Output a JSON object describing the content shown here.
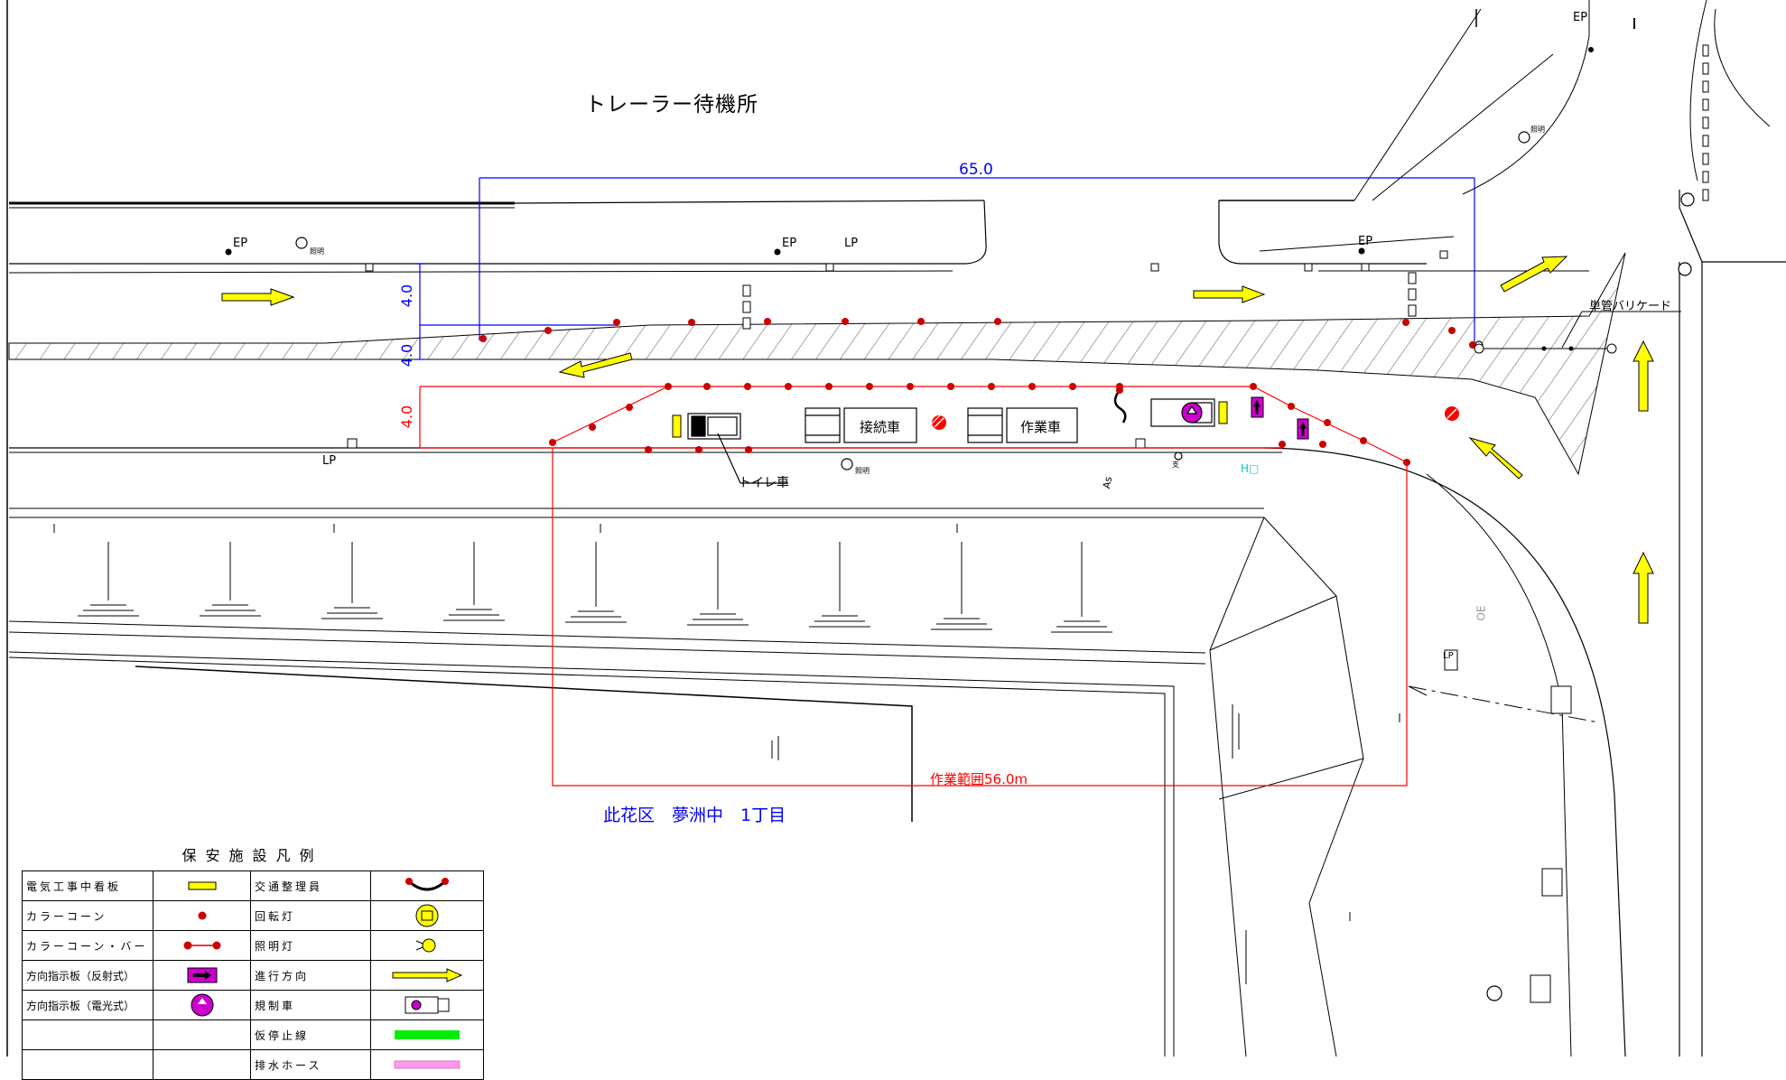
{
  "labels": {
    "trailer_area": "トレーラー待機所",
    "dim_65": "65.0",
    "dim_4a": "4.0",
    "dim_4b": "4.0",
    "dim_4c": "4.0",
    "work_range": "作業範囲56.0m",
    "address": "此花区　夢洲中　1丁目",
    "toilet_car": "トイレ車",
    "connect_car": "接続車",
    "work_car": "作業車",
    "pipe_barricade": "単管バリケード",
    "ep": "EP",
    "lp": "LP",
    "lighting": "照明",
    "as": "As",
    "ho": "H□",
    "support": "支",
    "oe": "OE"
  },
  "legend": {
    "title": "保安施設凡例",
    "rows": [
      {
        "left": "電気工事中看板",
        "left_sym": "signboard",
        "right": "交通整理員",
        "right_sym": "traffic-guard"
      },
      {
        "left": "カラーコーン",
        "left_sym": "cone",
        "right": "回転灯",
        "right_sym": "rotating-light"
      },
      {
        "left": "カラーコーン・バー",
        "left_sym": "cone-bar",
        "right": "照明灯",
        "right_sym": "lighting-lamp"
      },
      {
        "left": "方向指示板（反射式）",
        "left_sym": "reflective-arrow-board",
        "right": "進行方向",
        "right_sym": "travel-direction"
      },
      {
        "left": "方向指示板（電光式）",
        "left_sym": "electric-arrow-board",
        "right": "規制車",
        "right_sym": "regulation-vehicle"
      },
      {
        "left": "",
        "left_sym": "",
        "right": "仮停止線",
        "right_sym": "temp-stop-line"
      },
      {
        "left": "",
        "left_sym": "",
        "right": "排水ホース",
        "right_sym": "drain-hose"
      }
    ]
  },
  "colors": {
    "line": "#000000",
    "dimension_blue": "#0000ff",
    "work_red": "#ff0000",
    "cone_red": "#cc0000",
    "arrow_yellow": "#ffff00",
    "board_magenta": "#cc00cc",
    "stop_green": "#00ee00",
    "hose_pink": "#ff99ee",
    "ho_cyan": "#00cccc"
  }
}
